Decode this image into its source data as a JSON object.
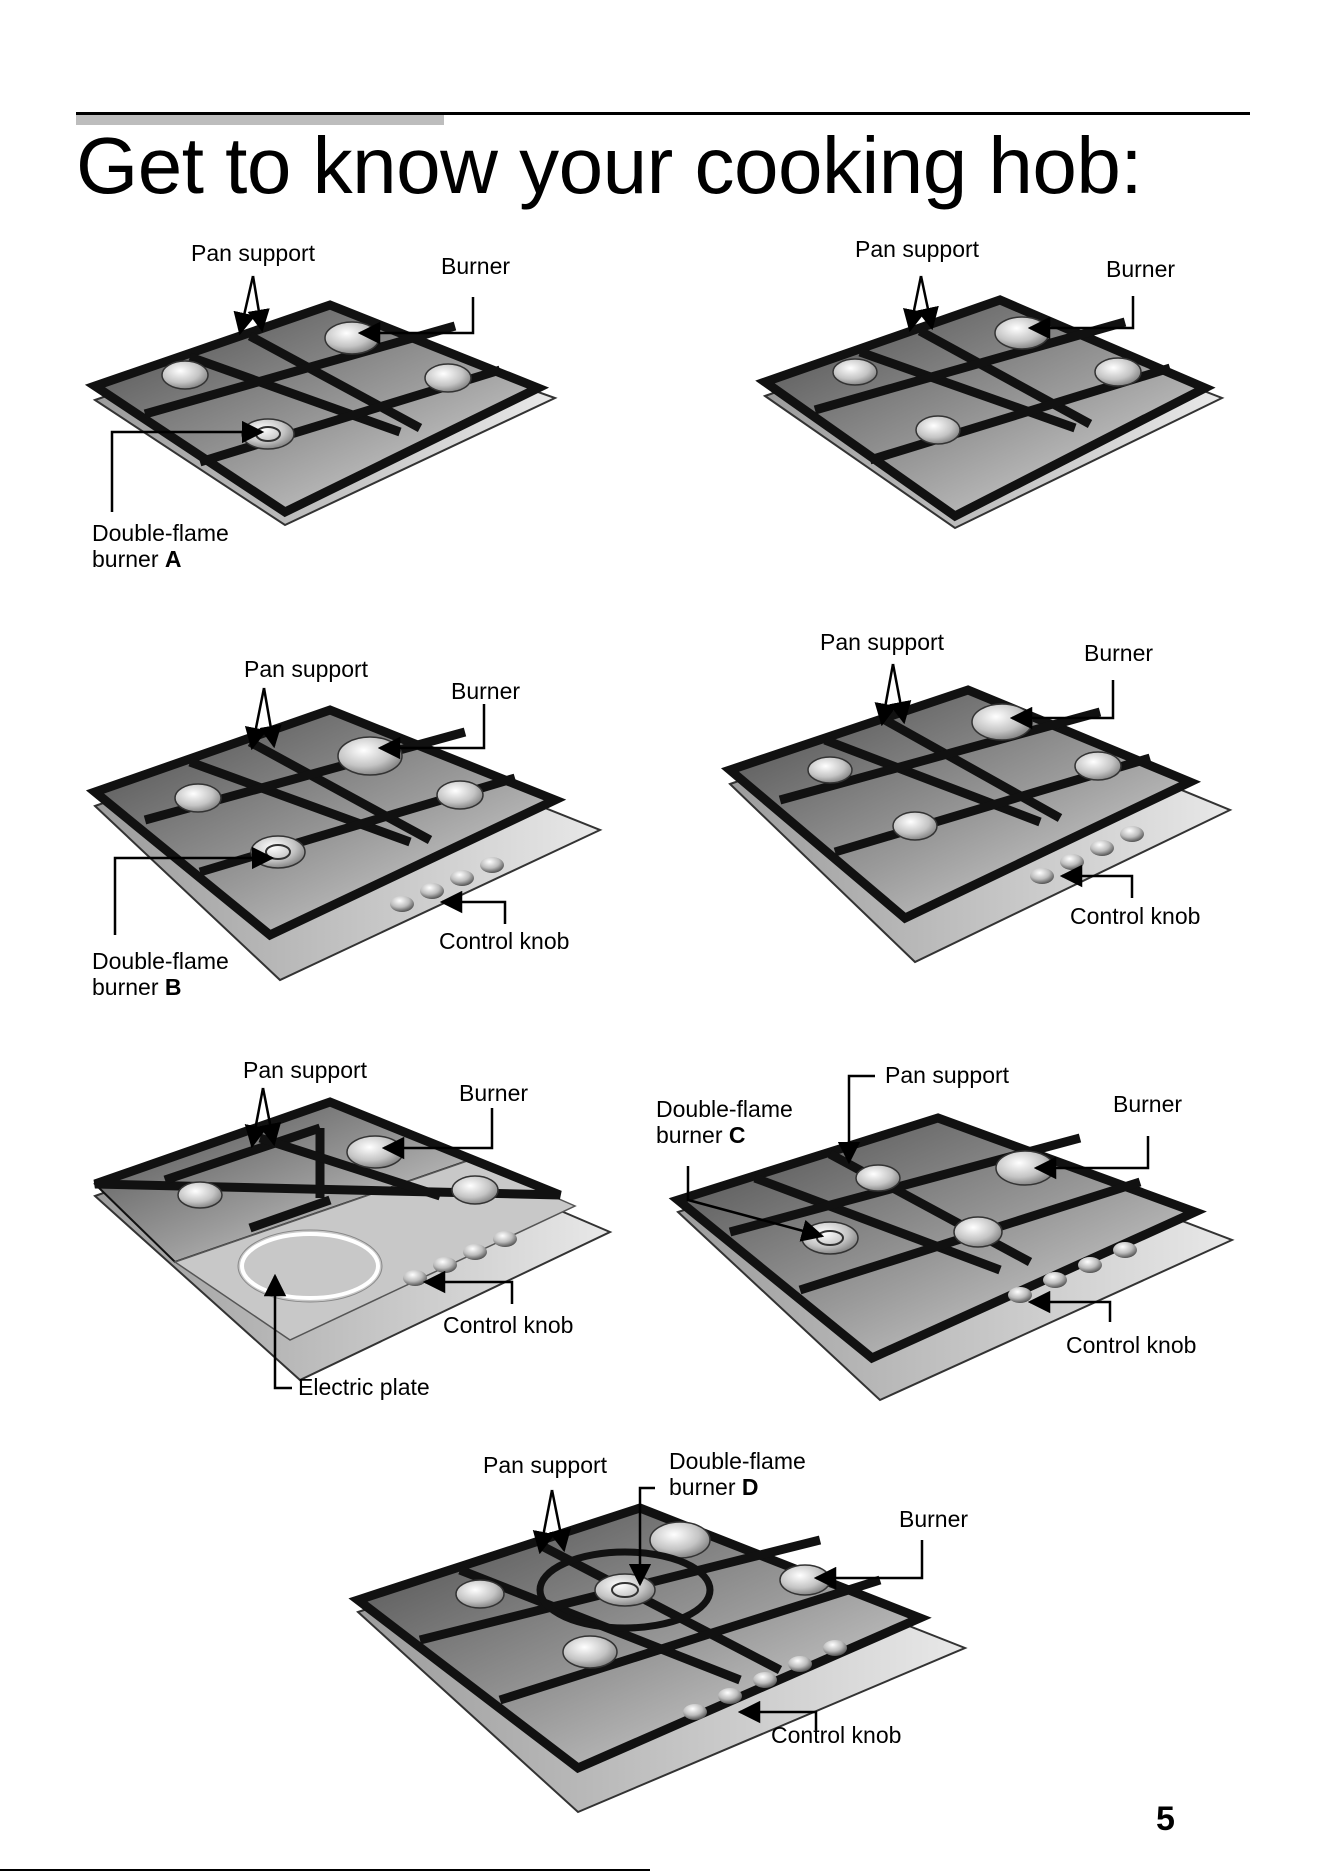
{
  "page": {
    "title": "Get to know your cooking hob:",
    "page_number": "5"
  },
  "labels": {
    "pan_support": "Pan support",
    "burner": "Burner",
    "control_knob": "Control knob",
    "electric_plate": "Electric plate",
    "double_flame": "Double-flame",
    "burner_word": "burner",
    "letter_a": "A",
    "letter_b": "B",
    "letter_c": "C",
    "letter_d": "D"
  },
  "colors": {
    "frame": "#1a1a1a",
    "surface_light": "#d6d6d6",
    "surface_dark": "#4a4a4a",
    "accent_gray": "#bdbdbd"
  }
}
